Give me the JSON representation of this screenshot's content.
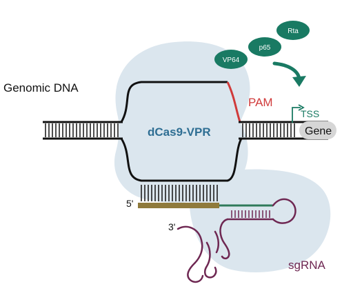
{
  "labels": {
    "genomic_dna": "Genomic DNA",
    "dcas9": "dCas9-VPR",
    "pam": "PAM",
    "tss": "TSS",
    "gene": "Gene",
    "five_prime": "5'",
    "three_prime": "3'",
    "sgrna": "sgRNA"
  },
  "activators": [
    {
      "name": "VP64"
    },
    {
      "name": "p65"
    },
    {
      "name": "Rta"
    }
  ],
  "colors": {
    "cas9_blob": "#dbe6ee",
    "cas9_text": "#2e6e93",
    "dna": "#111111",
    "pam": "#d03a3a",
    "activator": "#197a63",
    "tss": "#197a63",
    "gene_pill": "#d6d6d6",
    "sgrna": "#6e2752",
    "guide_bar": "#8f7a3c",
    "spacer_green": "#2f7a5a"
  }
}
